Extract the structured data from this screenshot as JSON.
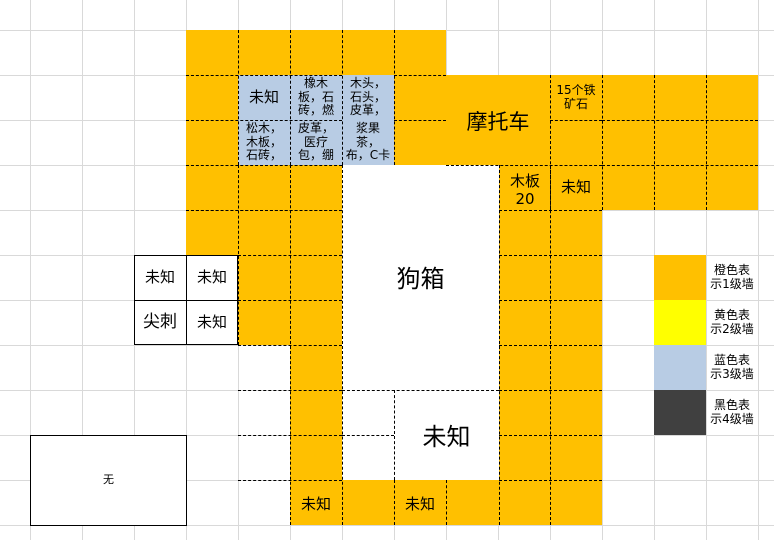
{
  "colors": {
    "orange": "#ffc000",
    "yellow": "#ffff00",
    "blue": "#b8cce4",
    "black": "#404040",
    "white": "#ffffff"
  },
  "labels": {
    "unknown_1": "未知",
    "oak": "橡木\n板，石\n砖，燃",
    "wood_stone": "木头，\n石头，\n皮革，",
    "pine": "松木，\n木板，\n石砖，",
    "leather": "皮革，\n医疗\n包，绷",
    "berry": "浆果\n茶，\n布，C卡",
    "motorcycle": "摩托车",
    "iron_ore": "15个铁\n矿石",
    "plank20": "木板\n20",
    "unknown_right": "未知",
    "dog_crate": "狗箱",
    "unknown_big": "未知",
    "unknown_bottom1": "未知",
    "unknown_bottom2": "未知",
    "left_unknown_a": "未知",
    "left_unknown_b": "未知",
    "left_spike": "尖刺",
    "left_unknown_c": "未知",
    "none": "无"
  },
  "legend": [
    {
      "label": "橙色表\n示1级墙",
      "color": "#ffc000"
    },
    {
      "label": "黄色表\n示2级墙",
      "color": "#ffff00"
    },
    {
      "label": "蓝色表\n示3级墙",
      "color": "#b8cce4"
    },
    {
      "label": "黑色表\n示4级墙",
      "color": "#404040"
    }
  ]
}
